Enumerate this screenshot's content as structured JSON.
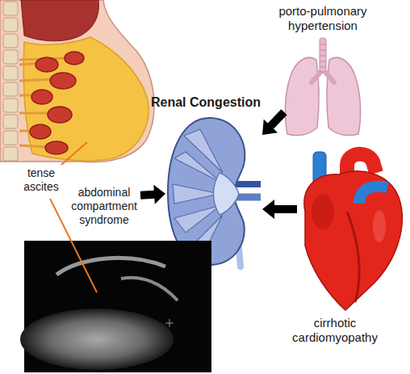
{
  "diagram": {
    "nodes": [
      {
        "text": [
          "porto-pulmonary hypertension"
        ]
      },
      {
        "text": [
          "Renal Congestion"
        ]
      },
      {
        "text": [
          "abdominal compartment syndrome"
        ]
      },
      {
        "text": [
          "cirrhotic cardiomyopathy"
        ]
      }
    ],
    "edges": [
      {
        "from": 0,
        "to": 1,
        "arrow": "to"
      },
      {
        "from": 2,
        "to": 1,
        "arrow": "to"
      },
      {
        "from": 3,
        "to": 1,
        "arrow": "to"
      }
    ],
    "labels": [
      "tense ascites"
    ]
  }
}
